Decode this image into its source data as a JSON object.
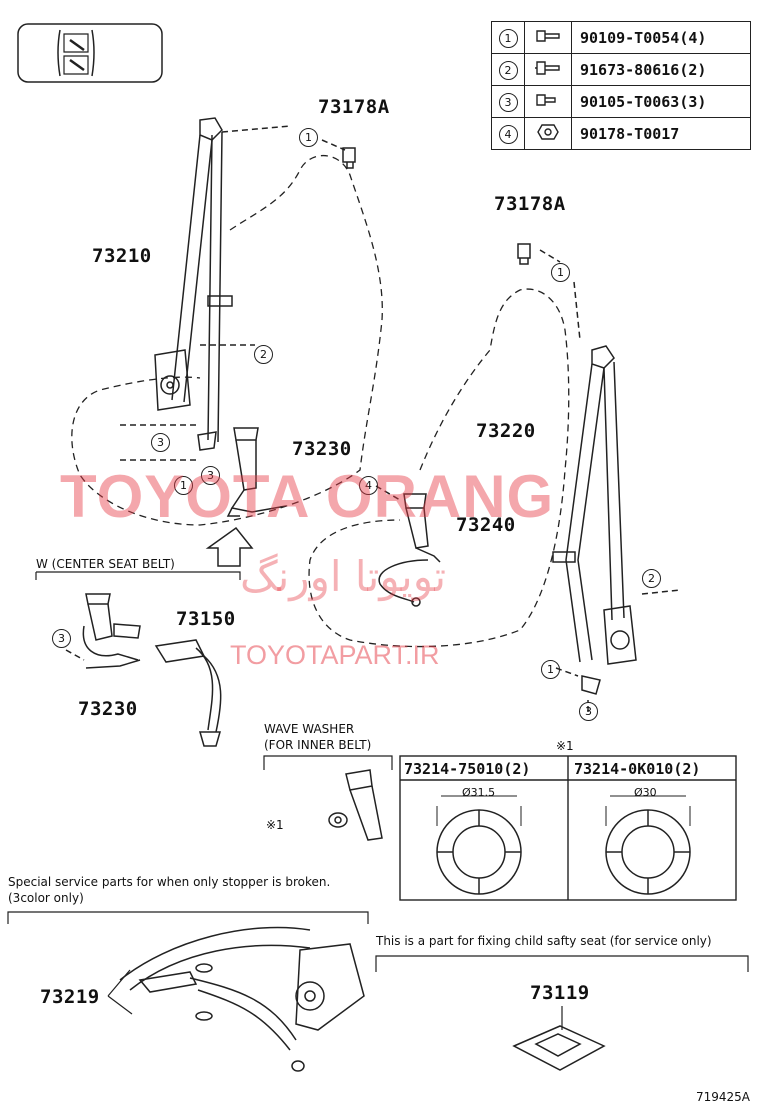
{
  "parts_table": [
    {
      "index": "1",
      "part_number": "90109-T0054(4)",
      "icon": "bolt-icon"
    },
    {
      "index": "2",
      "part_number": "91673-80616(2)",
      "icon": "bolt-icon"
    },
    {
      "index": "3",
      "part_number": "90105-T0063(3)",
      "icon": "bolt-icon"
    },
    {
      "index": "4",
      "part_number": "90178-T0017",
      "icon": "nut-icon"
    }
  ],
  "labels": {
    "cover_left": "73178A",
    "cover_right": "73178A",
    "belt_front_left": "73210",
    "belt_front_right": "73220",
    "buckle_left": "73230",
    "buckle_right": "73240",
    "center_belt": "73150",
    "center_buckle": "73230",
    "stopper": "73219",
    "child_seat_part": "73119"
  },
  "callouts": {
    "c1": "1",
    "c2": "2",
    "c3": "3",
    "c4": "4"
  },
  "center_belt_title": "W (CENTER SEAT BELT)",
  "wave_washer": {
    "title_line1": "WAVE WASHER",
    "title_line2": "(FOR INNER BELT)",
    "ref_mark": "※1",
    "col1_part": "73214-75010(2)",
    "col2_part": "73214-0K010(2)",
    "col1_dim": "Ø31.5",
    "col2_dim": "Ø30"
  },
  "stopper_note_line1": "Special service parts for when only stopper is broken.",
  "stopper_note_line2": "(3color only)",
  "child_seat_note": "This is a part for fixing child safty seat (for service only)",
  "watermark": {
    "main": "TOYOTA ORANG",
    "persian": "تویوتا اورنگ",
    "site": "TOYOTAPART.IR"
  },
  "figure_id": "719425A",
  "colors": {
    "line": "#222222",
    "watermark": "#e63c46"
  }
}
